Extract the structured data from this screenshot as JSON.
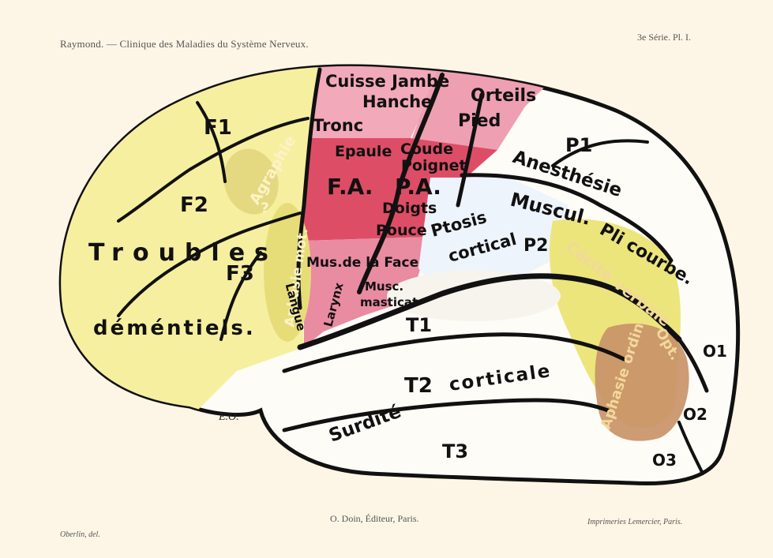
{
  "header": {
    "left": "Raymond. — Clinique des Maladies du Système Nerveux.",
    "right": "3e Série. Pl. I."
  },
  "footer": {
    "artist": "Oberlin, del.",
    "publisher": "O. Doin, Éditeur, Paris.",
    "printer": "Imprimeries Lemercier, Paris."
  },
  "colors": {
    "frontal_yellow": "#f6ef9f",
    "motor_pink": "#e8839a",
    "motor_red": "#de4d66",
    "light_pink": "#f2a9b9",
    "parietal_blue": "#eef4fb",
    "pli_courbe_yellow": "#ece57c",
    "aphasia_brown": "#c99368",
    "sulcus_black": "#111111"
  },
  "labels": {
    "f1": "F1",
    "f2": "F2",
    "f3": "F3",
    "troubles": "Troubles",
    "dementiels": "déméntiels.",
    "agraphie": "Agraphie",
    "agraphie_q": "?",
    "aphasie_mot": "Aphasie mot.",
    "cuisse_jambe": "Cuisse Jambe",
    "hanche": "Hanche",
    "tronc": "Tronc",
    "orteils": "Orteils",
    "pied": "Pied",
    "epaule": "Epaule",
    "coude": "Coude",
    "poignet": "Poignet",
    "fa": "F.A.",
    "pa": "P.A.",
    "doigts": "Doigts",
    "pouce": "Pouce",
    "mus_face": "Mus.de la Face",
    "langue": "Langue",
    "larynx": "Larynx",
    "musc": "Musc.",
    "masticat": "masticat",
    "p1": "P1",
    "anesthesie": "Anesthésie",
    "ptosis": "Ptosis",
    "cortical": "cortical",
    "muscul": "Muscul.",
    "pli_courbe": "Pli courbe.",
    "p2": "P2",
    "cecite": "Cécité verbale",
    "t1": "T1",
    "t2": "T2",
    "t3": "T3",
    "surdite": "Surdité",
    "corticale": "corticale",
    "aphasie_ordin": "Aphasie ordin.",
    "opt": "Opt.",
    "o1": "O1",
    "o2": "O2",
    "o3": "O3",
    "eo": "E.O."
  }
}
